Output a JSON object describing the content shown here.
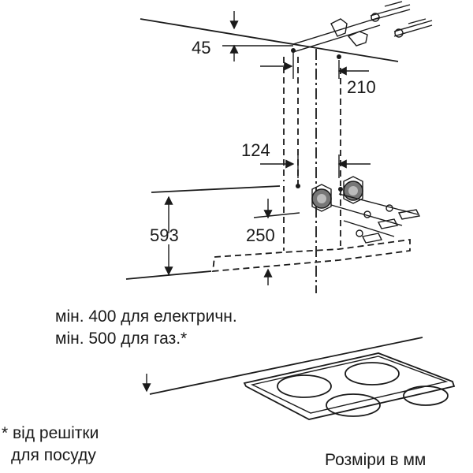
{
  "dimensions": {
    "d45": "45",
    "d210": "210",
    "d124": "124",
    "d593": "593",
    "d250": "250"
  },
  "notes": {
    "min_electric": "мін. 400 для електричн.",
    "min_gas": "мін. 500 для газ.*",
    "footnote_line1": "* від решітки",
    "footnote_line2": "для посуду",
    "units": "Розміри в мм"
  }
}
